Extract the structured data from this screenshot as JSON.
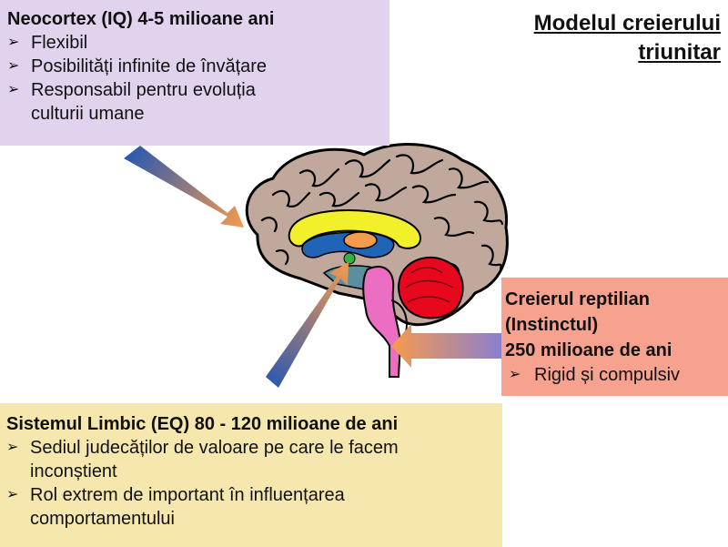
{
  "title": "Modelul creierului\ntriunitar",
  "neocortex": {
    "heading": "Neocortex (IQ) 4-5 milioane ani",
    "bullets": [
      "Flexibil",
      "Posibilități infinite de învățare",
      "Responsabil pentru evoluția\nculturii umane"
    ]
  },
  "reptilian": {
    "heading": "Creierul reptilian\n(Instinctul)\n 250 milioane de ani",
    "bullets": [
      "Rigid și compulsiv"
    ]
  },
  "limbic": {
    "heading": "Sistemul Limbic (EQ) 80 - 120 milioane de ani",
    "bullets": [
      "Sediul judecăților de valoare pe care le facem\ninconștient",
      "Rol extrem de important în influențarea\n comportamentului"
    ]
  },
  "bullet_marker": "➢",
  "colors": {
    "neocortex_box": "#e1d3ee",
    "reptilian_box": "#f7a28f",
    "limbic_box": "#f5e7ad",
    "cortex": "#c0a99c",
    "limbic_ring": "#f2ef2b",
    "ventricle": "#1f64b6",
    "thalamus": "#f49b4e",
    "brainstem": "#ec6ec3",
    "cerebellum": "#e8081e",
    "arrow_start": "#2a58b0",
    "arrow_end": "#f59a4e"
  }
}
